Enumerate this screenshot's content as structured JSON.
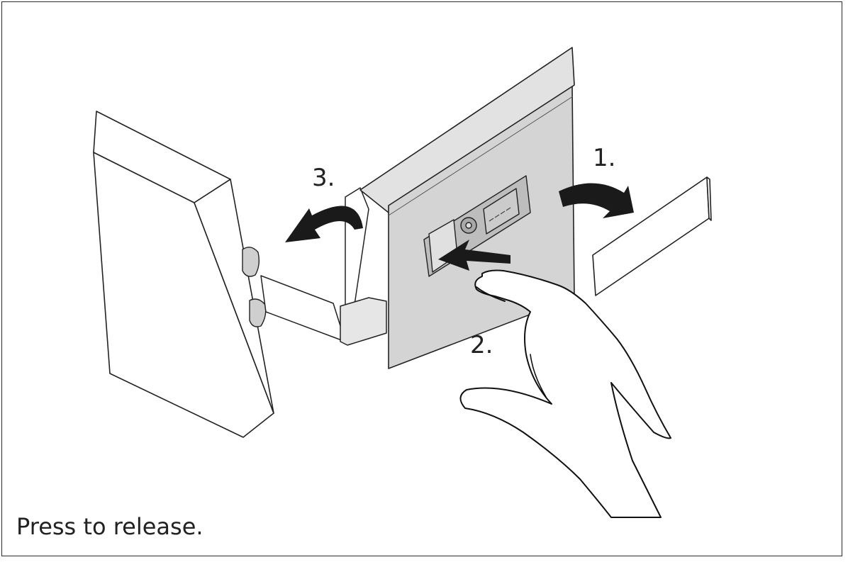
{
  "diagram": {
    "caption": "Press to release.",
    "steps": [
      {
        "label": "1."
      },
      {
        "label": "2."
      },
      {
        "label": "3."
      }
    ]
  },
  "colors": {
    "line": "#222222",
    "drawer_side_fill": "#d8d8d8",
    "panel_fill": "#ffffff",
    "arrow": "#1a1a1a"
  }
}
